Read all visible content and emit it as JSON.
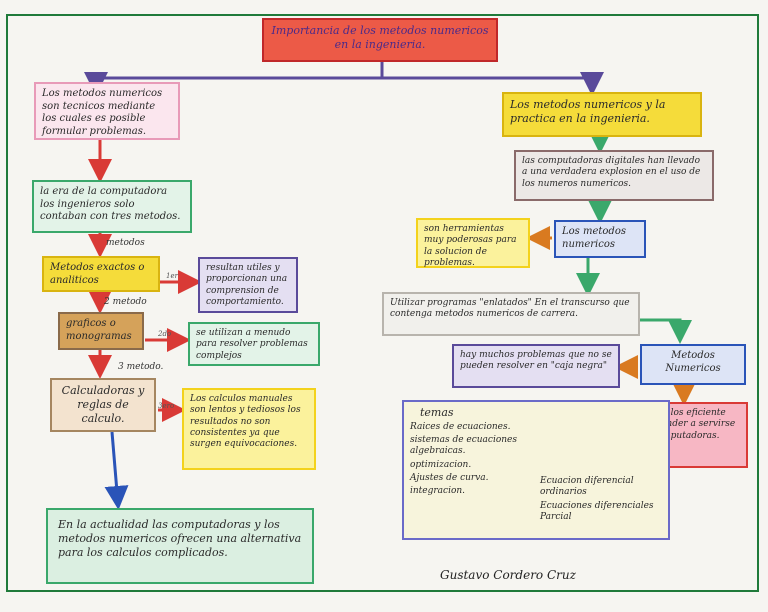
{
  "title": "Importancia de los metodos numericos en la ingenieria.",
  "left": {
    "definition": "Los metodos numericos son tecnicos mediante los cuales es posible formular problemas.",
    "computer_era": "la era de la computadora los ingenieros solo contaban con tres metodos.",
    "label_metodos": "metodos",
    "method1": "Metodos exactos o analiticos",
    "label_1er": "1er",
    "method1_note": "resultan utiles y proporcionan una comprension de comportamiento.",
    "label_2do_metodo": "2 metodo",
    "method2": "graficos o monogramas",
    "label_2do": "2do",
    "method2_note": "se utilizan a menudo para resolver problemas complejos",
    "label_3er_metodo": "3 metodo.",
    "method3": "Calculadoras y reglas de calculo.",
    "label_3ero": "3ero",
    "method3_note": "Los calculos manuales son lentos y tediosos los resultados no son consistentes ya que surgen equivocaciones.",
    "conclusion": "En la actualidad las computadoras y los metodos numericos ofrecen una alternativa para los calculos complicados."
  },
  "right": {
    "practice": "Los metodos numericos y la practica en la ingenieria.",
    "computers": "las computadoras digitales han llevado a una verdadera explosion en el uso de los numeros numericos.",
    "tools_note": "son herramientas muy poderosas para la solucion de problemas.",
    "methods_box": "Los metodos numericos",
    "programs": "Utilizar programas \"enlatados\" En el transcurso que contenga metodos numericos de carrera.",
    "black_box": "hay muchos problemas que no se pueden resolver en \"caja negra\"",
    "numeric_methods": "Metodos Numericos",
    "efficient": "son vehiculos eficiente para aprender a servirse de las computadoras.",
    "topics_title": "temas",
    "topics": [
      "Raices de ecuaciones.",
      "sistemas de ecuaciones algebraicas.",
      "optimizacion.",
      "Ajustes de curva.",
      "integracion."
    ],
    "topics_extra": [
      "Ecuacion diferencial ordinarios",
      "Ecuaciones diferenciales Parcial"
    ]
  },
  "signature": "Gustavo Cordero Cruz",
  "colors": {
    "frame": "#1f7a3a",
    "red": "#d93a36",
    "pink": "#e89ab8",
    "green": "#3aa86b",
    "yellow": "#f3d21c",
    "purple": "#5a4a9a",
    "brown": "#8a6a4a",
    "blue": "#2a54b8"
  }
}
